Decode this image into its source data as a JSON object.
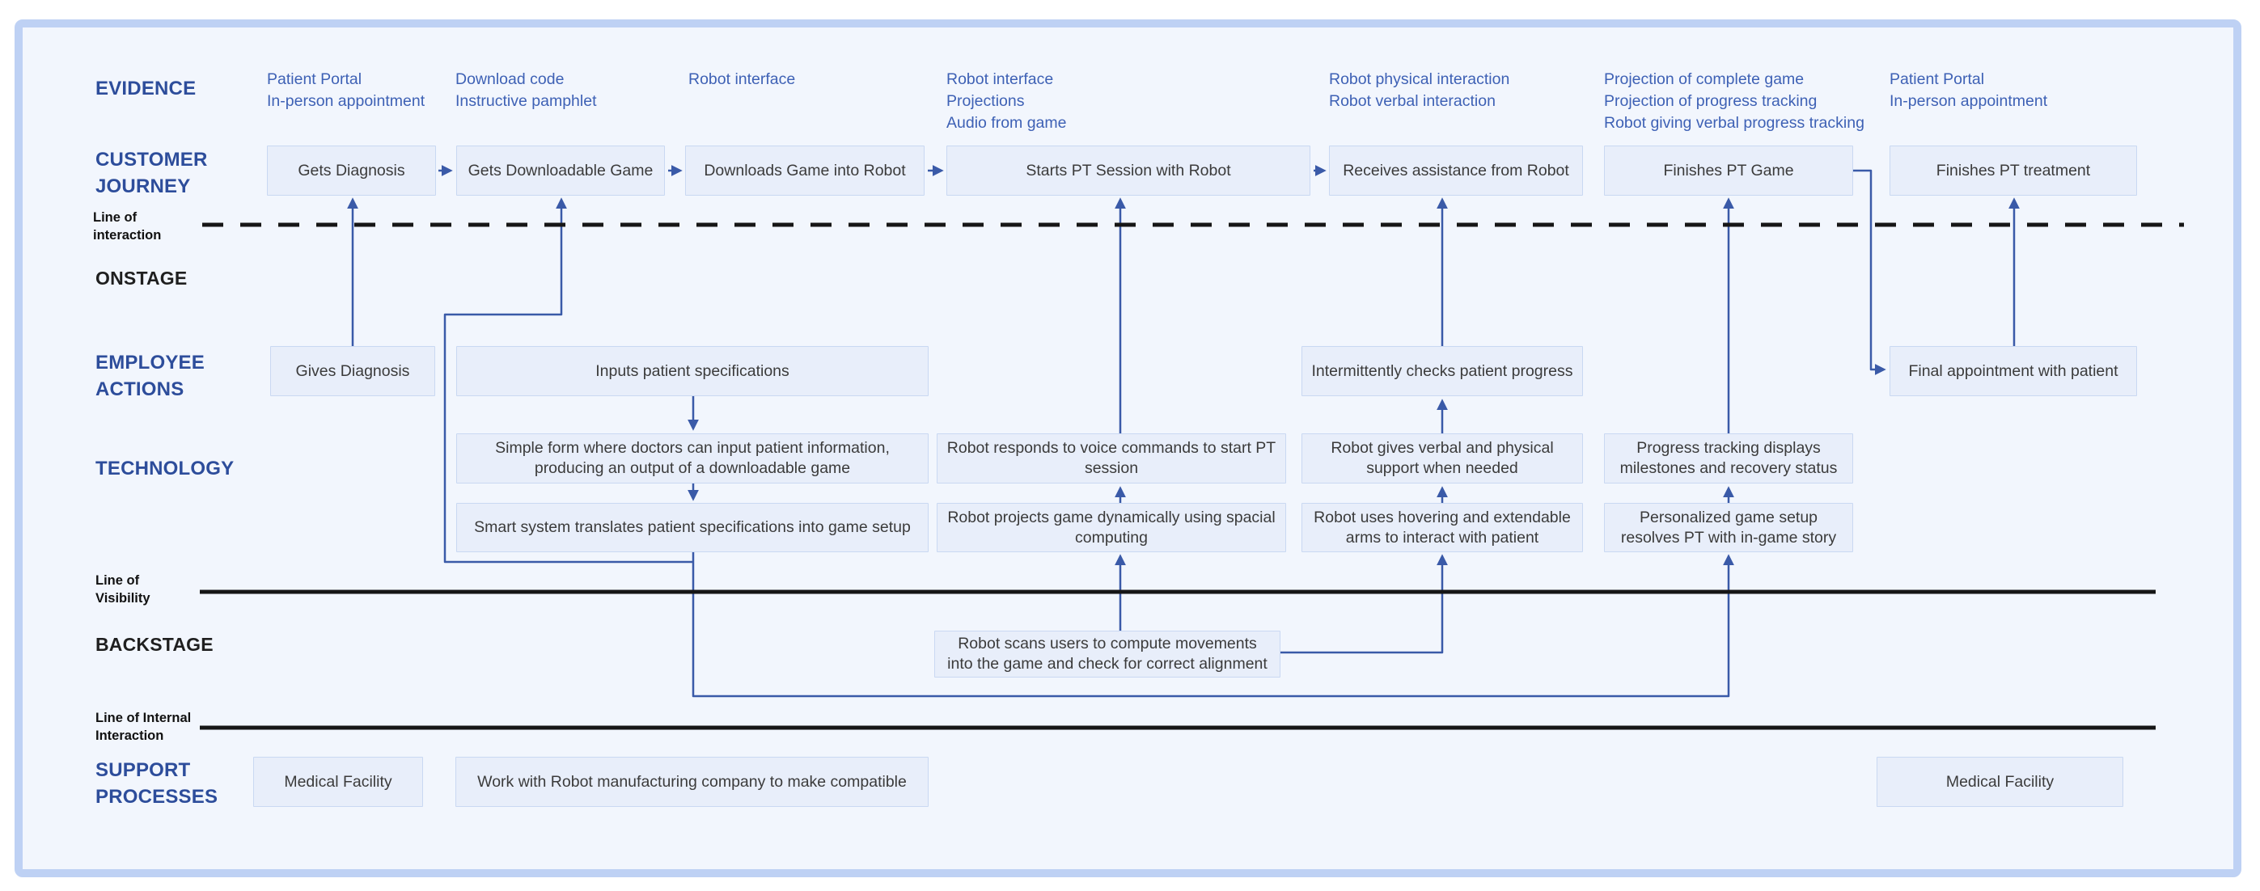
{
  "colors": {
    "frame_border": "#bed1f4",
    "panel_background": "#f2f6fd",
    "box_fill": "#e8eefa",
    "box_border": "#c9d8f2",
    "box_text": "#3b3b3b",
    "row_label_blue": "#2d4d9b",
    "evidence_blue": "#3e61b5",
    "arrow_blue": "#3a5aa8",
    "line_black": "#161616"
  },
  "row_labels": {
    "evidence": "EVIDENCE",
    "customer_journey": "CUSTOMER\nJOURNEY",
    "line_of_interaction": "Line of\ninteraction",
    "onstage": "ONSTAGE",
    "employee_actions": "EMPLOYEE\nACTIONS",
    "technology": "TECHNOLOGY",
    "line_of_visibility": "Line of\nVisibility",
    "backstage": "BACKSTAGE",
    "line_of_internal_interaction": "Line of Internal\nInteraction",
    "support_processes": "SUPPORT\nPROCESSES"
  },
  "evidence": {
    "col1": "Patient Portal\nIn-person appointment",
    "col2": "Download code\nInstructive pamphlet",
    "col3": "Robot interface",
    "col4": "Robot interface\nProjections\nAudio from game",
    "col5": "Robot physical interaction\nRobot verbal interaction",
    "col6": "Projection of complete game\nProjection of progress tracking\nRobot giving verbal progress tracking",
    "col7": "Patient Portal\nIn-person appointment"
  },
  "customer_journey": {
    "step1": "Gets Diagnosis",
    "step2": "Gets Downloadable Game",
    "step3": "Downloads Game into Robot",
    "step4": "Starts PT Session with Robot",
    "step5": "Receives assistance from Robot",
    "step6": "Finishes PT Game",
    "step7": "Finishes PT treatment"
  },
  "employee_actions": {
    "gives_diagnosis": "Gives Diagnosis",
    "inputs_specs": "Inputs patient specifications",
    "checks_progress": "Intermittently checks patient progress",
    "final_appointment": "Final appointment with patient"
  },
  "technology": {
    "simple_form": "Simple form where doctors can input patient information, producing an output of a downloadable game",
    "voice_commands": "Robot responds to voice commands to start PT session",
    "verbal_physical_support": "Robot gives verbal and physical support when needed",
    "progress_tracking": "Progress tracking displays milestones and recovery status",
    "smart_system": "Smart system translates patient specifications into game setup",
    "projects_game": "Robot projects game dynamically using spacial computing",
    "hovering_arms": "Robot uses hovering and extendable arms to interact with patient",
    "personalized_setup": "Personalized game setup resolves PT with in-game story"
  },
  "backstage": {
    "scans_users": "Robot scans users to compute movements into the game and check for correct alignment"
  },
  "support": {
    "medical_facility_left": "Medical Facility",
    "manufacturing": "Work with Robot manufacturing company to make compatible",
    "medical_facility_right": "Medical Facility"
  }
}
